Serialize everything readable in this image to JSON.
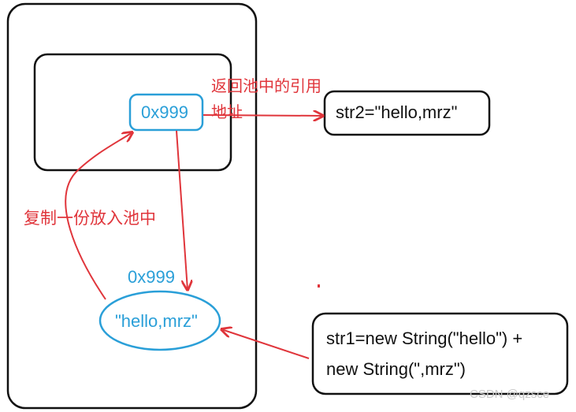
{
  "labels": {
    "return_ref_line1": "返回池中的引用",
    "return_ref_line2": "地址",
    "copy_to_pool": "复制一份放入池中",
    "pool_address": "0x999",
    "heap_address": "0x999",
    "heap_value": "\"hello,mrz\"",
    "str2_code": "str2=\"hello,mrz\"",
    "str1_line1": "str1=new String(\"hello\") +",
    "str1_line2": "new String(\",mrz\")",
    "watermark": "CSDN @qzsce"
  },
  "colors": {
    "arrow": "#e0353b",
    "highlight": "#2a9fd8",
    "outline": "#111111"
  }
}
